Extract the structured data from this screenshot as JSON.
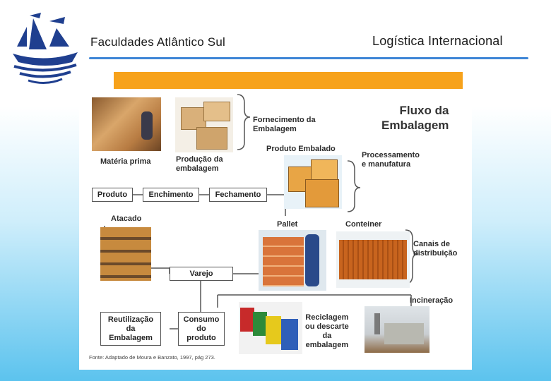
{
  "header": {
    "institution": "Faculdades Atlântico Sul",
    "course": "Logística Internacional"
  },
  "colors": {
    "accent_rule": "#3f86d6",
    "band": "#f7a21b"
  },
  "diagram": {
    "title": "Fluxo da\nEmbalagem",
    "labels": {
      "fornecimento": "Fornecimento da\nEmbalagem",
      "materia_prima": "Matéria prima",
      "producao_embalagem": "Produção da\nembalagem",
      "produto_embalado": "Produto Embalado",
      "processamento": "Processamento\ne manufatura",
      "atacado": "Atacado",
      "pallet": "Pallet",
      "conteiner": "Conteiner",
      "canais": "Canais de\ndistribuição",
      "incineracao": "Incineração",
      "reciclagem": "Reciclagem\nou descarte\nda\nembalagem"
    },
    "boxes": {
      "produto": "Produto",
      "enchimento": "Enchimento",
      "fechamento": "Fechamento",
      "varejo": "Varejo",
      "reutilizacao": "Reutilização\nda\nEmbalagem",
      "consumo": "Consumo\ndo\nproduto"
    },
    "caption": "Fonte: Adaptado de Moura e Banzato, 1997, pág 273."
  }
}
